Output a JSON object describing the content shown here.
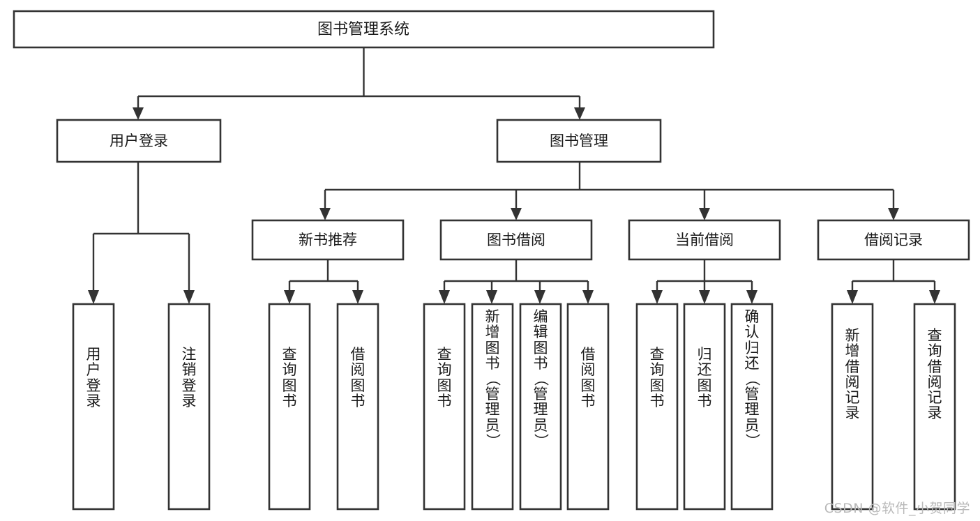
{
  "diagram": {
    "kind": "tree-hierarchy-chart",
    "title": "图书管理系统",
    "watermark": "CSDN @软件_小贺同学",
    "colors": {
      "box_fill": "#ffffff",
      "box_stroke": "#333333",
      "text": "#1a1a1a",
      "background": "#ffffff",
      "watermark": "#b9b9b9"
    },
    "root": {
      "label": "图书管理系统"
    },
    "level2": [
      {
        "label": "用户登录"
      },
      {
        "label": "图书管理"
      }
    ],
    "level3": [
      {
        "label": "新书推荐"
      },
      {
        "label": "图书借阅"
      },
      {
        "label": "当前借阅"
      },
      {
        "label": "借阅记录"
      }
    ],
    "leaves": {
      "user_login": [
        {
          "label": "用户登录",
          "chars": [
            "用",
            "户",
            "登",
            "录"
          ]
        },
        {
          "label": "注销登录",
          "chars": [
            "注",
            "销",
            "登",
            "录"
          ]
        }
      ],
      "new_book_recommend": [
        {
          "label": "查询图书",
          "chars": [
            "查",
            "询",
            "图",
            "书"
          ]
        },
        {
          "label": "借阅图书",
          "chars": [
            "借",
            "阅",
            "图",
            "书"
          ]
        }
      ],
      "book_borrow": [
        {
          "label": "查询图书",
          "chars": [
            "查",
            "询",
            "图",
            "书"
          ]
        },
        {
          "label": "新增图书（管理员）",
          "chars": [
            "新",
            "增",
            "图",
            "书",
            "（",
            "管",
            "理",
            "员",
            "）"
          ]
        },
        {
          "label": "编辑图书（管理员）",
          "chars": [
            "编",
            "辑",
            "图",
            "书",
            "（",
            "管",
            "理",
            "员",
            "）"
          ]
        },
        {
          "label": "借阅图书",
          "chars": [
            "借",
            "阅",
            "图",
            "书"
          ]
        }
      ],
      "current_borrow": [
        {
          "label": "查询图书",
          "chars": [
            "查",
            "询",
            "图",
            "书"
          ]
        },
        {
          "label": "归还图书",
          "chars": [
            "归",
            "还",
            "图",
            "书"
          ]
        },
        {
          "label": "确认归还（管理员）",
          "chars": [
            "确",
            "认",
            "归",
            "还",
            "（",
            "管",
            "理",
            "员",
            "）"
          ]
        }
      ],
      "borrow_record": [
        {
          "label": "新增借阅记录",
          "chars": [
            "新",
            "增",
            "借",
            "阅",
            "记",
            "录"
          ]
        },
        {
          "label": "查询借阅记录",
          "chars": [
            "查",
            "询",
            "借",
            "阅",
            "记",
            "录"
          ]
        }
      ]
    }
  }
}
